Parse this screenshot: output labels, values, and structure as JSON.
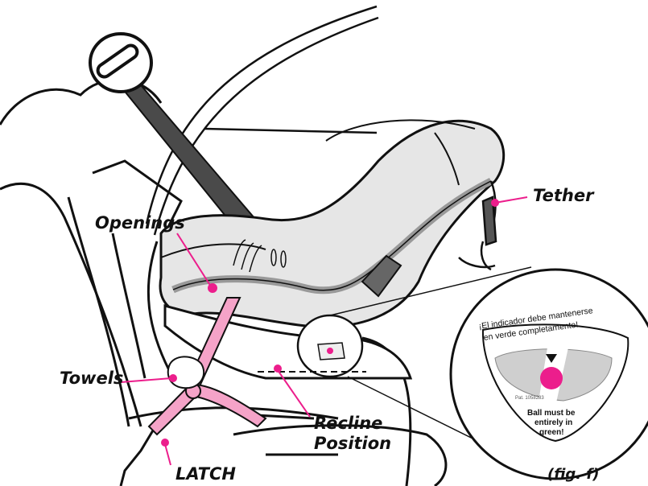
{
  "callouts": {
    "tether": "Tether",
    "openings": "Openings",
    "towels": "Towels",
    "recline_line1": "Recline",
    "recline_line2": "Position",
    "latch": "LATCH",
    "figure": "(fig. f)"
  },
  "indicator": {
    "spanish_line1": "¡El indicador debe mantenerse",
    "spanish_line2": "en verde completamente!",
    "english_line1": "Ball must be",
    "english_line2": "entirely in",
    "english_line3": "green!",
    "patent": "Pat. 1058283"
  },
  "colors": {
    "accent_pink": "#ec1e8c",
    "strap_pink": "#f5a3c8",
    "belt_gray": "#4a4a4a",
    "seat_gray": "#d4d4d4",
    "indicator_gray": "#cfcfcf",
    "line": "#111111"
  }
}
